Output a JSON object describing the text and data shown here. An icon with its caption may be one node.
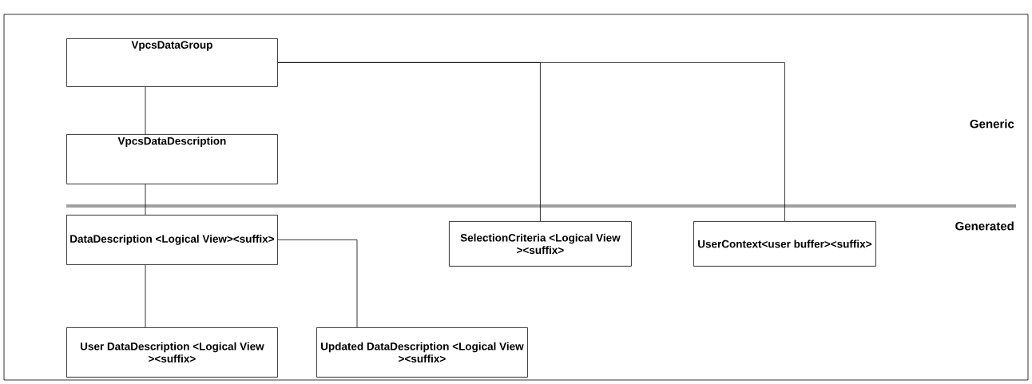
{
  "diagram": {
    "nodes": [
      {
        "text": [
          "VpcsDataGroup"
        ]
      },
      {
        "text": [
          "VpcsDataDescription"
        ]
      },
      {
        "text": [
          "DataDescription <Logical View><suffix>"
        ]
      },
      {
        "text": [
          "User DataDescription <Logical View ><suffix>"
        ]
      },
      {
        "text": [
          "Updated DataDescription <Logical View ><suffix>"
        ]
      },
      {
        "text": [
          "SelectionCriteria <Logical View ><suffix>"
        ]
      },
      {
        "text": [
          "UserContext<user buffer><suffix>"
        ]
      }
    ],
    "edges": [
      {
        "from": 0,
        "to": 1,
        "arrow": "none"
      },
      {
        "from": 1,
        "to": 2,
        "arrow": "none"
      },
      {
        "from": 2,
        "to": 3,
        "arrow": "none"
      },
      {
        "from": 2,
        "to": 4,
        "arrow": "none"
      },
      {
        "from": 0,
        "to": 5,
        "arrow": "none"
      },
      {
        "from": 0,
        "to": 6,
        "arrow": "none"
      }
    ],
    "labels": [
      "Generic",
      "Generated"
    ]
  }
}
